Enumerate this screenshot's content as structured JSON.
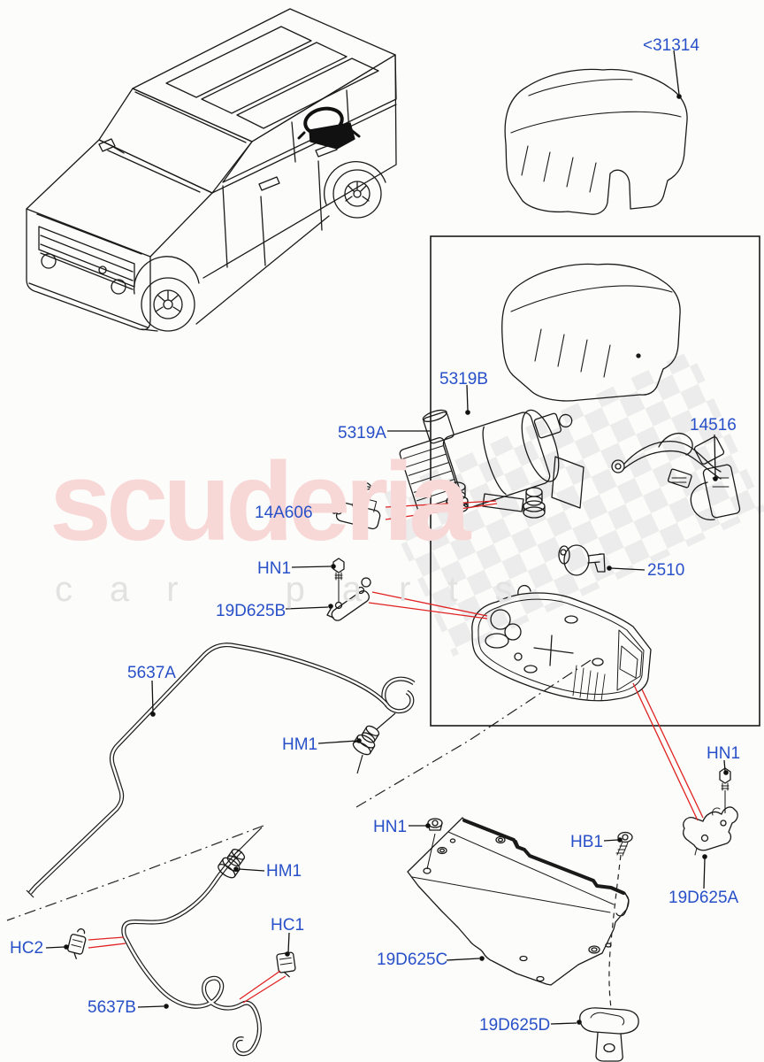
{
  "watermark": {
    "brand": "scuderia",
    "tagline": "car parts"
  },
  "labels": {
    "cover": "<31314",
    "compressor": "5319B",
    "assembly": "5319A",
    "harness": "14516",
    "solenoid": "14A606",
    "valve": "2510",
    "hn1_a": "HN1",
    "bracket_b": "19D625B",
    "pipe_a": "5637A",
    "hm1_a": "HM1",
    "hn1_b": "HN1",
    "hn1_c": "HN1",
    "hb1": "HB1",
    "hm1_b": "HM1",
    "bracket_a": "19D625A",
    "hc1": "HC1",
    "hc2": "HC2",
    "skid_plate": "19D625C",
    "pipe_b": "5637B",
    "bracket_d": "19D625D"
  },
  "colors": {
    "label_blue": "#2850c8",
    "line_black": "#1a1a1a",
    "pointer_red": "#e02222",
    "watermark_pink": "#f8d7d7",
    "watermark_gray": "#e2e2e2",
    "checker_gray": "#ececec"
  }
}
